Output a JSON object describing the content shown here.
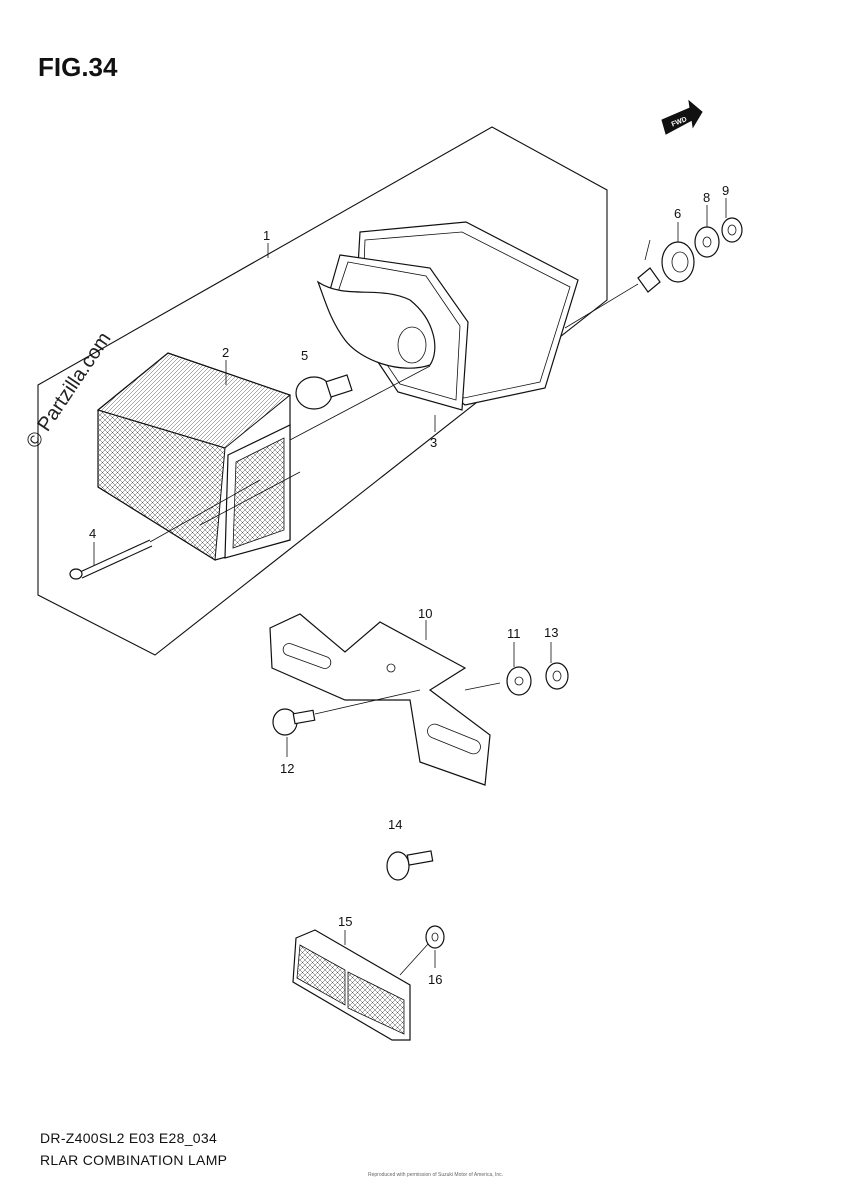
{
  "figure_title": "FIG.34",
  "watermark": "© Partzilla.com",
  "fwd_label": "FWD",
  "callouts": [
    "1",
    "2",
    "3",
    "4",
    "5",
    "6",
    "8",
    "9",
    "10",
    "11",
    "12",
    "13",
    "14",
    "15",
    "16"
  ],
  "footer": {
    "model_code": "DR-Z400SL2 E03 E28_034",
    "caption": "RLAR COMBINATION LAMP",
    "copyright": "Reproduced with permission of Suzuki Motor of America, Inc."
  }
}
